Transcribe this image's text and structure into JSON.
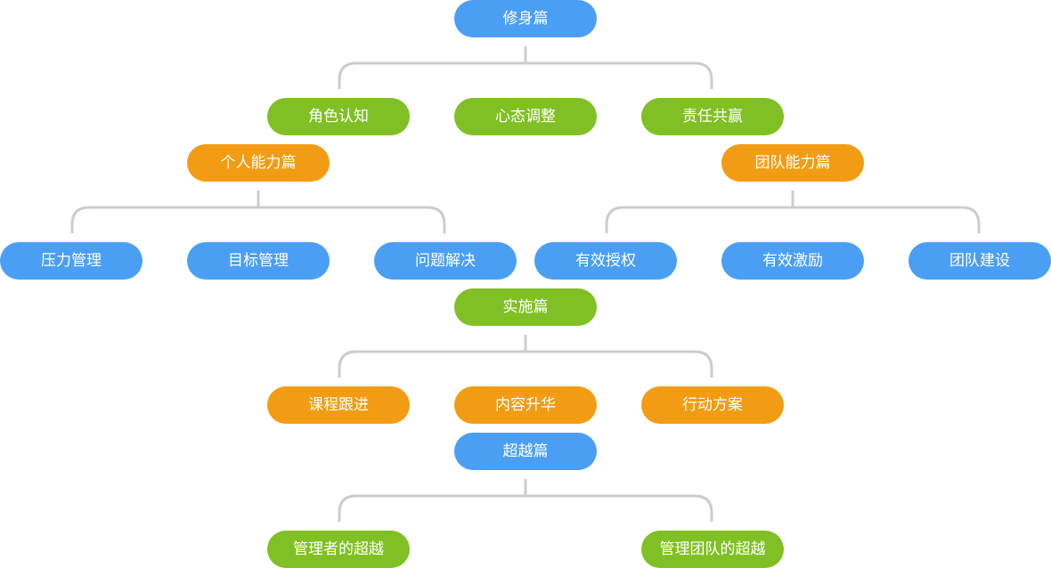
{
  "sections": [
    {
      "title": "修身篇",
      "children": [
        "角色认知",
        "心态调整",
        "责任共赢"
      ]
    },
    {
      "title": "个人能力篇",
      "children": [
        "压力管理",
        "目标管理",
        "问题解决"
      ]
    },
    {
      "title": "团队能力篇",
      "children": [
        "有效授权",
        "有效激励",
        "团队建设"
      ]
    },
    {
      "title": "实施篇",
      "children": [
        "课程跟进",
        "内容升华",
        "行动方案"
      ]
    },
    {
      "title": "超越篇",
      "children": [
        "管理者的超越",
        "管理团队的超越"
      ]
    }
  ],
  "colors": {
    "blue": "#4a9ff5",
    "green": "#80c024",
    "orange": "#f29c14",
    "connector": "#cccccc"
  }
}
